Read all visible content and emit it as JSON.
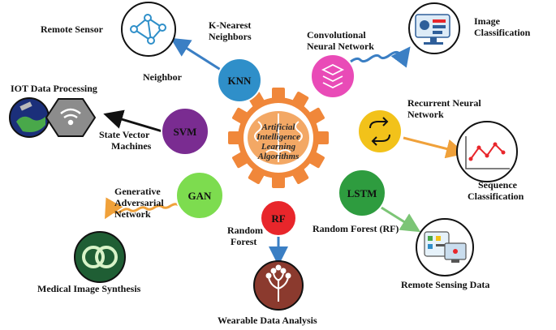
{
  "center": {
    "line1": "Artificial",
    "line2": "Intelligence",
    "line3": "Learning",
    "line4": "Algorithms",
    "gear_color": "#F0873A",
    "brain_color": "#F3A865"
  },
  "nodes": {
    "knn": "KNN",
    "svm": "SVM",
    "gan": "GAN",
    "rf": "RF",
    "lstm": "LSTM"
  },
  "labels": {
    "remote_sensor": "Remote Sensor",
    "knn_line1": "K-Nearest",
    "knn_line2": "Neighbors",
    "neighbor": "Neighbor",
    "cnn_line1": "Convolutional",
    "cnn_line2": "Neural Network",
    "image_line1": "Image",
    "image_line2": "Classification",
    "iot": "IOT Data Processing",
    "svm_line1": "State Vector",
    "svm_line2": "Machines",
    "rnn_line1": "Recurrent Neural",
    "rnn_line2": "Network",
    "seq_line1": "Sequence",
    "seq_line2": "Classification",
    "gan_line1": "Generative",
    "gan_line2": "Adversarial",
    "gan_line3": "Network",
    "rf_line1": "Random",
    "rf_line2": "Forest",
    "rf_full": "Random Forest (RF)",
    "remote_sensing": "Remote Sensing Data",
    "medical": "Medical Image Synthesis",
    "wearable": "Wearable Data Analysis"
  },
  "colors": {
    "knn": "#2F8FC9",
    "cnn": "#E94BB7",
    "svm": "#7A2C91",
    "rnn": "#F2C21A",
    "gan": "#7DDC4F",
    "rf": "#E8262B",
    "lstm": "#2E9C3F",
    "arrow_blue": "#3B7FC4",
    "arrow_orange": "#F0A13A",
    "arrow_green": "#7CC576"
  }
}
